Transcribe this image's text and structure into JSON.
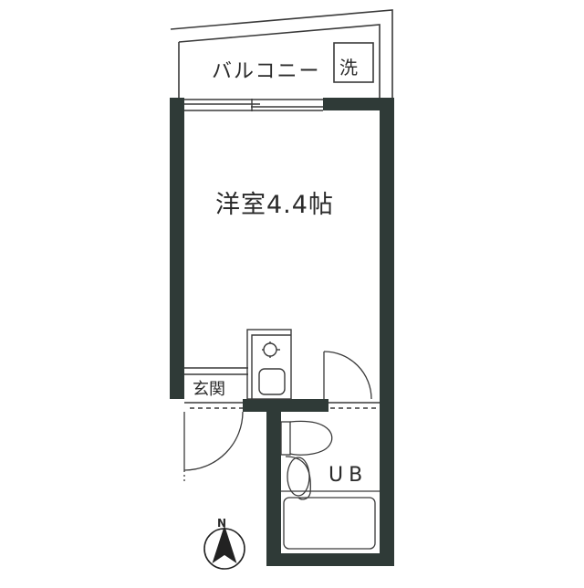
{
  "floor_plan": {
    "rooms": {
      "main_room": {
        "label": "洋室4.4帖"
      },
      "balcony": {
        "label": "バルコニー"
      },
      "washer": {
        "label": "洗"
      },
      "entrance": {
        "label": "玄関"
      },
      "unit_bath": {
        "label": "UB"
      }
    },
    "compass": {
      "label": "N"
    },
    "colors": {
      "wall": "#2f3a37",
      "line": "#3a3a3a",
      "background": "#ffffff"
    }
  }
}
